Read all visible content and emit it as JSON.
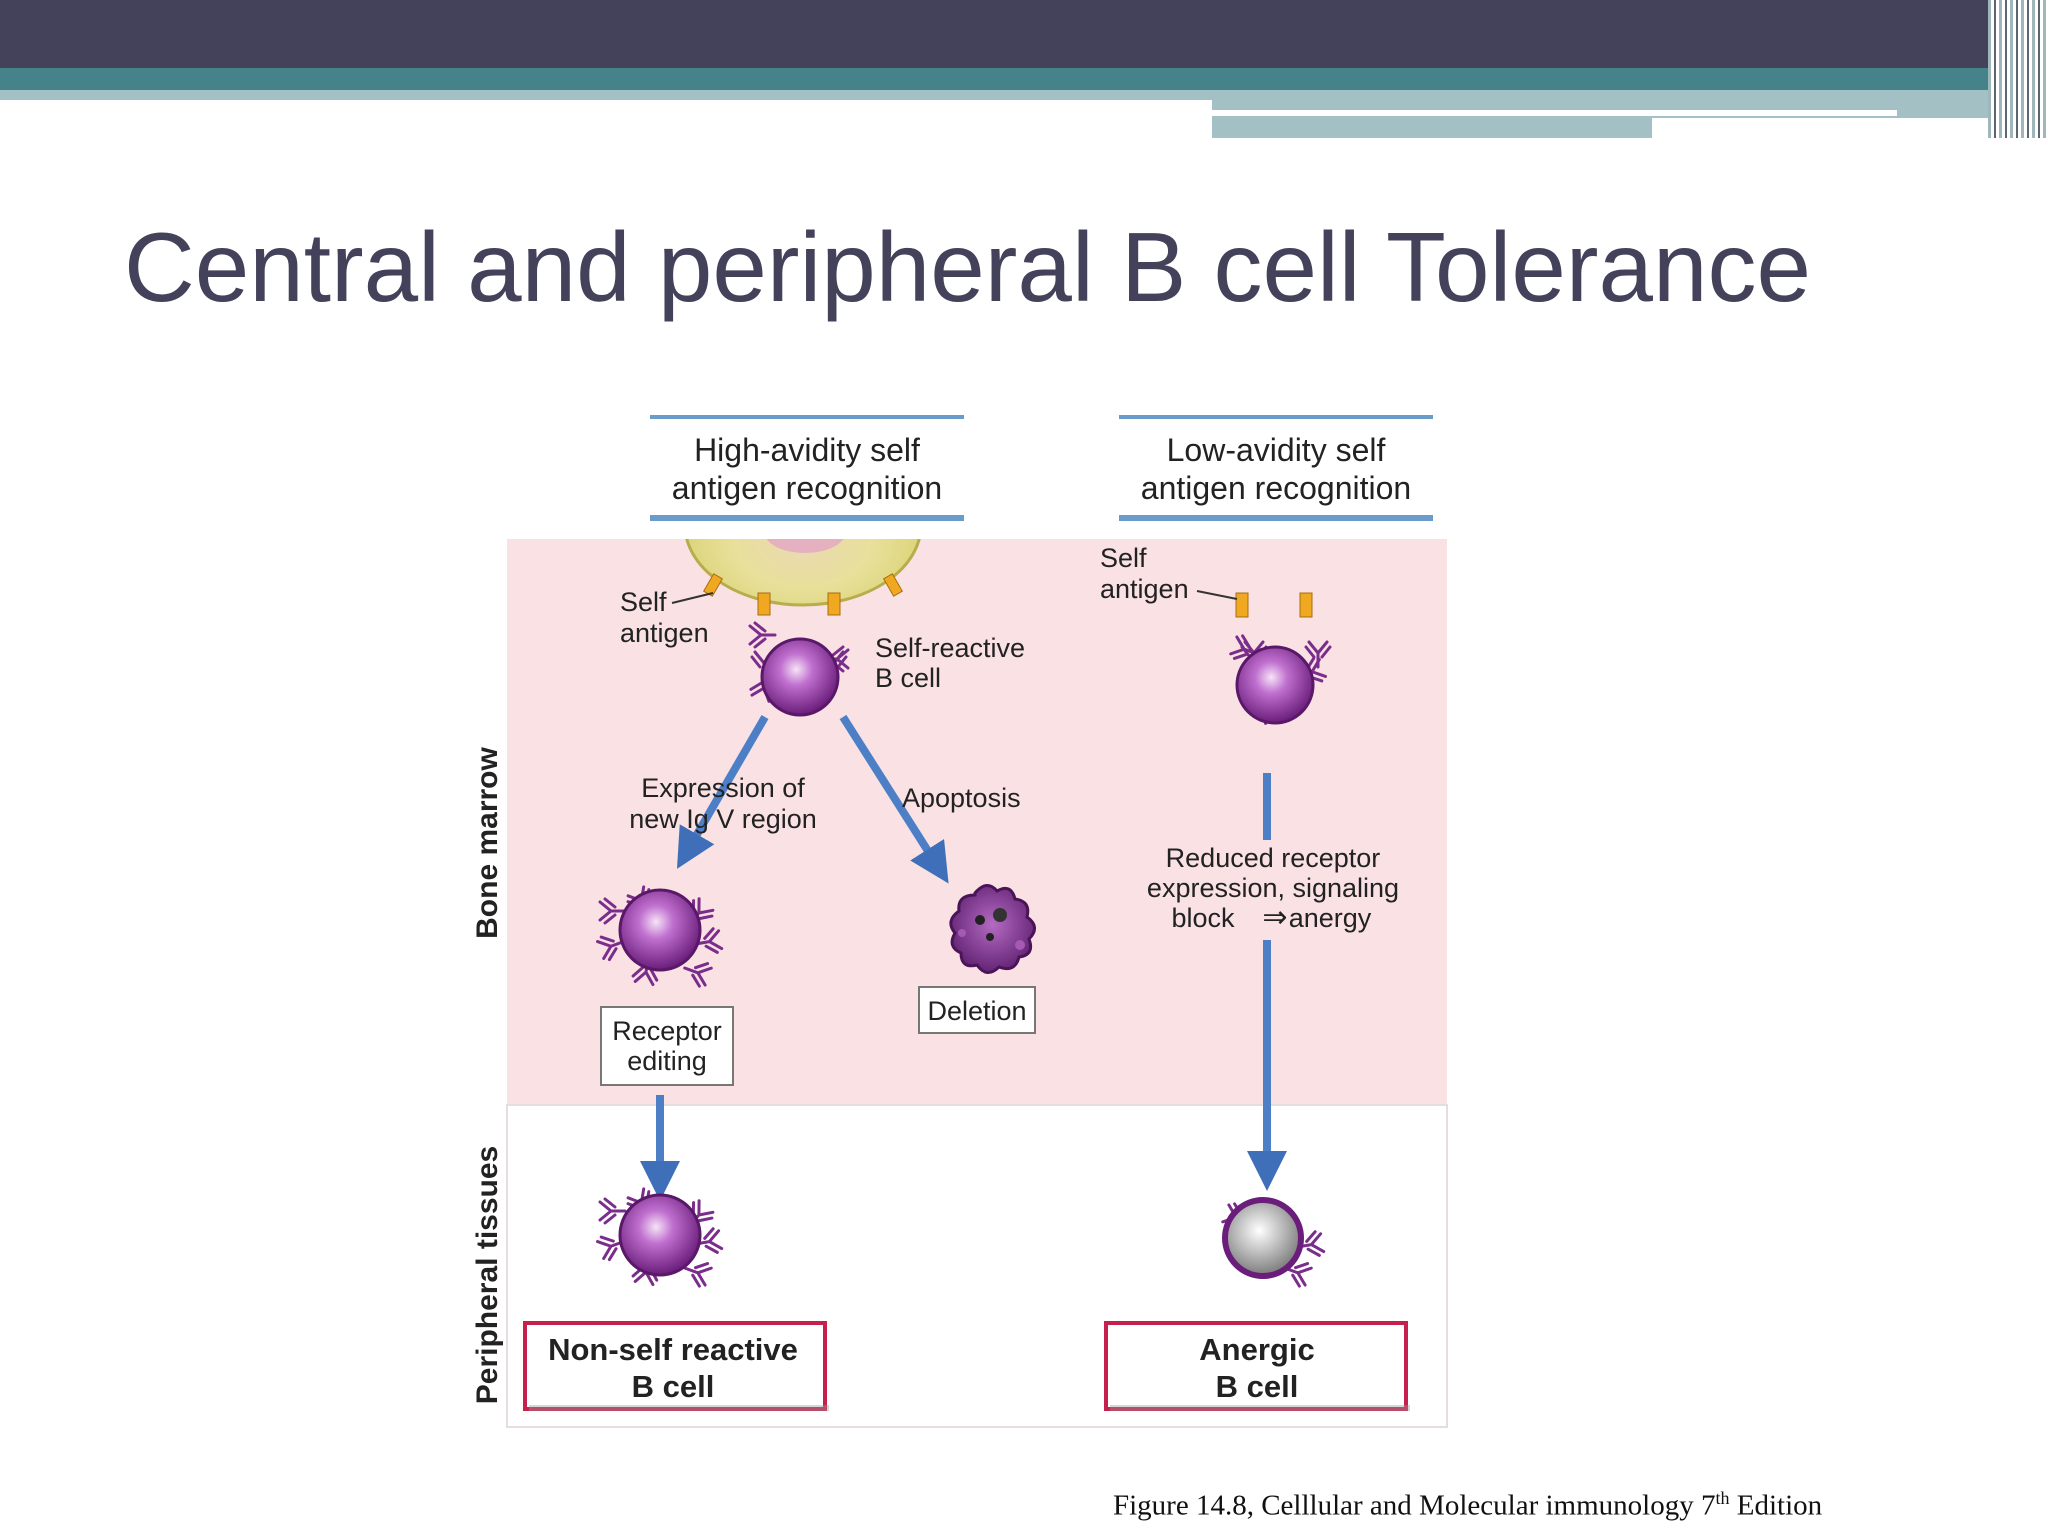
{
  "slide": {
    "title": "Central and peripheral B cell Tolerance",
    "caption": "Figure 14.8, Celllular and Molecular immunology 7",
    "caption_sup": "th",
    "caption_end": " Edition"
  },
  "diagram": {
    "header_left": [
      "High-avidity self",
      "antigen recognition"
    ],
    "header_right": [
      "Low-avidity self",
      "antigen recognition"
    ],
    "side_label_top": "Bone marrow",
    "side_label_bottom": "Peripheral tissues",
    "self_antigen_left": [
      "Self",
      "antigen"
    ],
    "self_antigen_right": [
      "Self",
      "antigen"
    ],
    "self_reactive": [
      "Self-reactive",
      "B cell"
    ],
    "expression": [
      "Expression of",
      "new Ig V region"
    ],
    "apoptosis": "Apoptosis",
    "reduced": [
      "Reduced receptor",
      "expression, signaling",
      "block",
      "anergy"
    ],
    "deletion": "Deletion",
    "receptor_editing": [
      "Receptor",
      "editing"
    ],
    "non_self_reactive": [
      "Non-self reactive",
      "B cell"
    ],
    "anergic": [
      "Anergic",
      "B cell"
    ]
  },
  "colors": {
    "header_band": "#43425a",
    "teal_band": "#438389",
    "bone_marrow_bg": "#f9e1e4",
    "arrow": "#4d7fc7",
    "cell": "#8a2c9a",
    "outcome_border": "#c8204c"
  }
}
